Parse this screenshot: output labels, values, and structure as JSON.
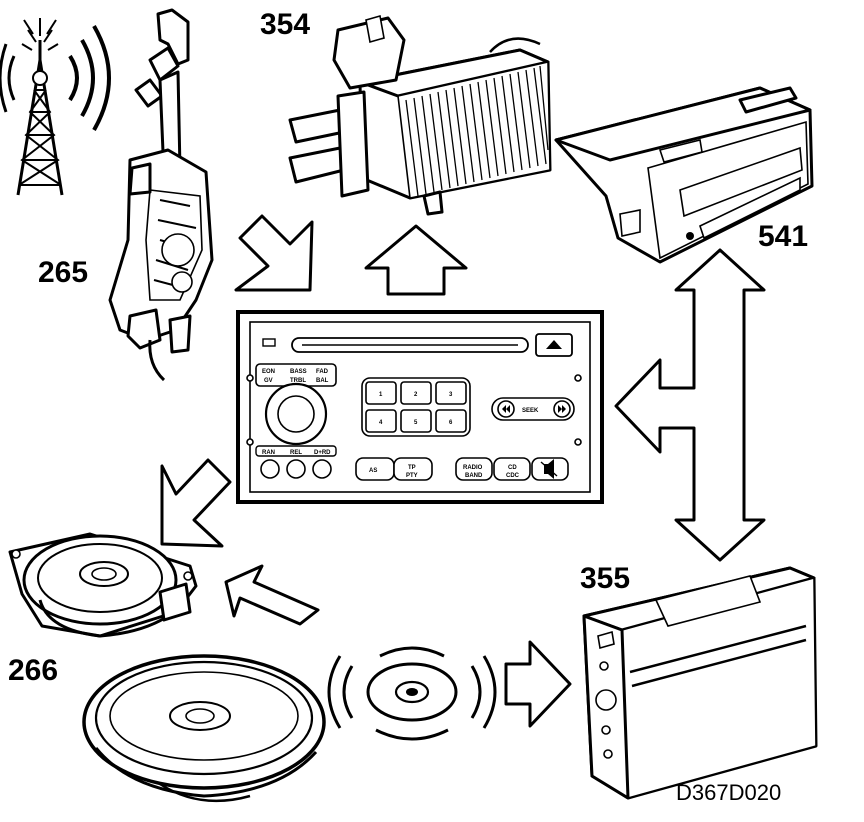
{
  "labels": {
    "antenna": "265",
    "amplifier": "354",
    "display": "541",
    "speakers": "266",
    "cd_changer": "355",
    "drawing_code": "D367D020"
  },
  "radio_panel": {
    "button_labels": {
      "gain_upper": "EON",
      "gain_lower": "GV",
      "treble_upper": "BASS",
      "treble_lower": "TRBL",
      "bal_upper": "FAD",
      "bal_lower": "BAL",
      "preset_1": "1",
      "preset_2": "2",
      "preset_3": "3",
      "preset_4": "4",
      "preset_5": "5",
      "preset_6": "6",
      "seek": "SEEK",
      "as": "AS",
      "tp": "TP",
      "tp_sub": "PTY",
      "radio": "RADIO",
      "radio_sub": "BAND",
      "cd": "CD",
      "cd_sub": "CDC",
      "small_1": "RAN",
      "small_2": "REL",
      "small_3": "D+RD"
    }
  },
  "icons": [
    "antenna-tower-icon",
    "telescopic-antenna-icon",
    "amplifier-icon",
    "info-display-icon",
    "radio-cd-unit-icon",
    "speaker-icon",
    "oval-speaker-icon",
    "cd-disc-icon",
    "cd-changer-icon",
    "arrow-icon"
  ]
}
